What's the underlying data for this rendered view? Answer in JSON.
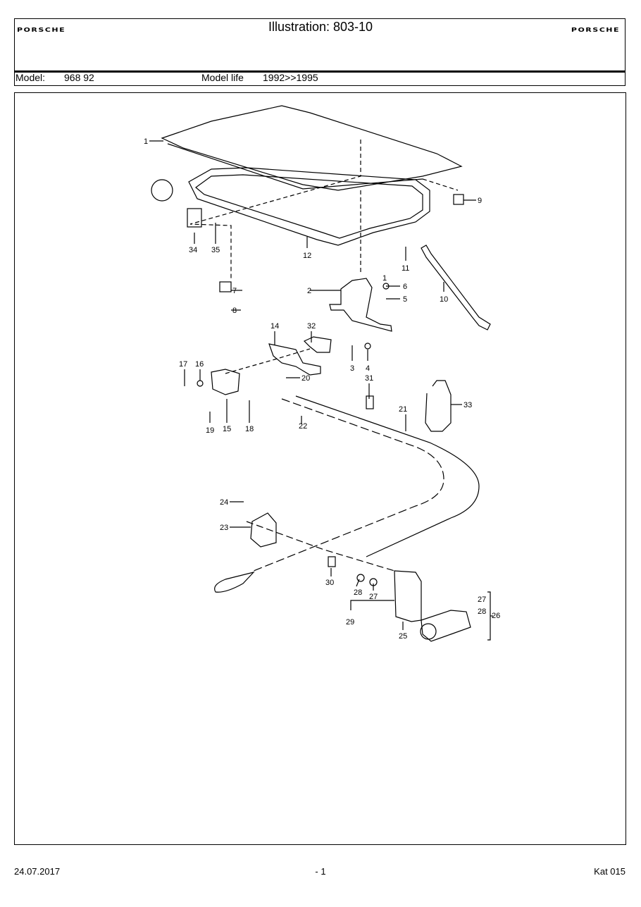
{
  "header": {
    "brand_left": "PORSCHE",
    "brand_right": "PORSCHE",
    "title": "Illustration: 803-10",
    "model_label": "Model:",
    "model_value": "968 92",
    "model_life_label": "Model life",
    "model_life_value": "1992>>1995"
  },
  "diagram": {
    "callouts": [
      "1",
      "2",
      "3",
      "4",
      "5",
      "6",
      "7",
      "8",
      "9",
      "10",
      "11",
      "12",
      "14",
      "15",
      "16",
      "17",
      "18",
      "19",
      "20",
      "21",
      "22",
      "23",
      "24",
      "25",
      "26",
      "27",
      "28",
      "29",
      "30",
      "31",
      "32",
      "33",
      "34",
      "35",
      "27",
      "28",
      "1"
    ]
  },
  "footer": {
    "date": "24.07.2017",
    "page": "- 1",
    "catalog": "Kat 015"
  }
}
